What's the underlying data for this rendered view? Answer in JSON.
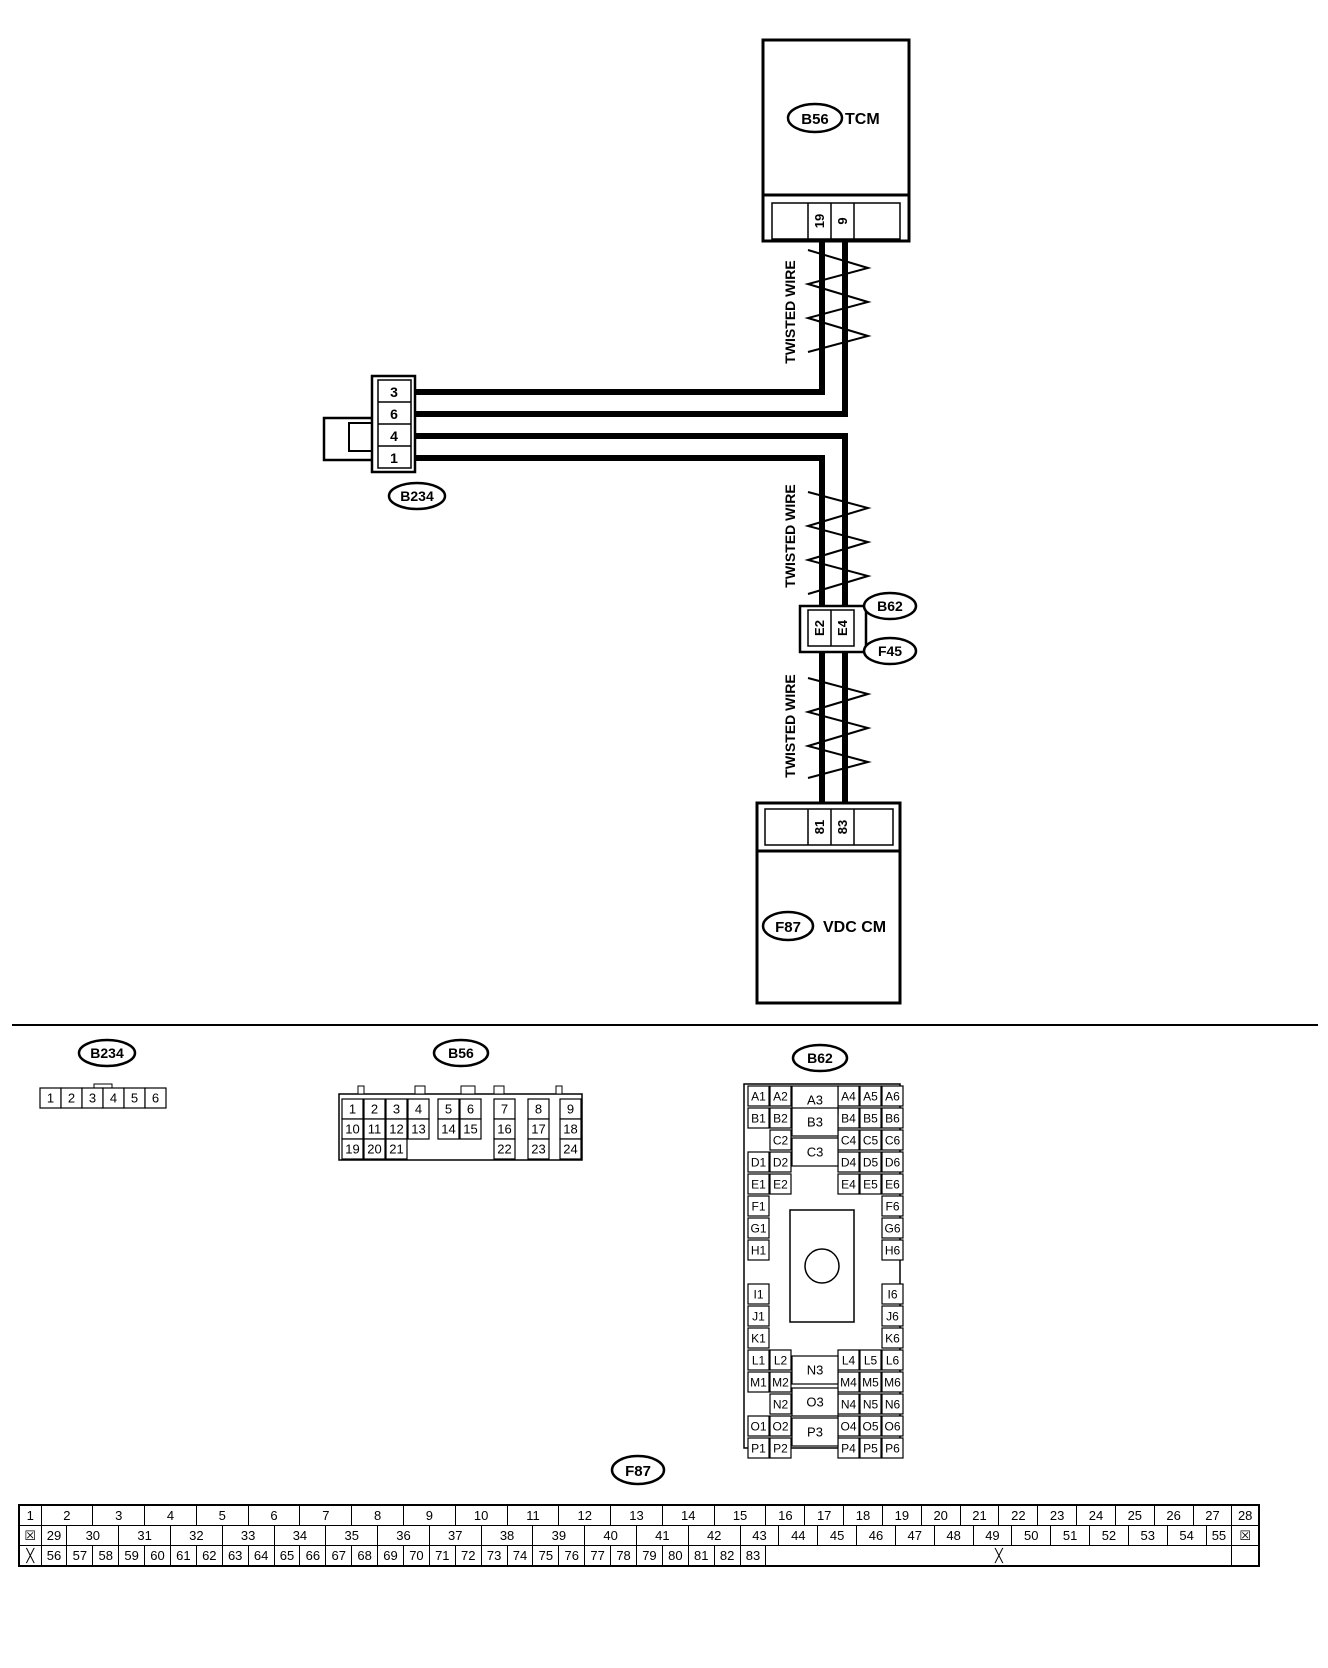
{
  "main_diagram": {
    "tcm": {
      "tag": "B56",
      "label": "TCM",
      "pins": [
        "19",
        "9"
      ]
    },
    "vdc": {
      "tag": "F87",
      "label": "VDC CM",
      "pins": [
        "81",
        "83"
      ]
    },
    "joint": {
      "tag_top": "B62",
      "tag_bottom": "F45",
      "pins": [
        "E2",
        "E4"
      ]
    },
    "b234": {
      "tag": "B234",
      "pins": [
        "3",
        "6",
        "4",
        "1"
      ]
    },
    "twisted_label": "TWISTED WIRE"
  },
  "connectors": {
    "b234": {
      "tag": "B234",
      "pins": [
        "1",
        "2",
        "3",
        "4",
        "5",
        "6"
      ]
    },
    "b56": {
      "tag": "B56",
      "row1": [
        "1",
        "2",
        "3",
        "4",
        "5",
        "6",
        "7",
        "8",
        "9"
      ],
      "row2": [
        "10",
        "11",
        "12",
        "13",
        "14",
        "15",
        "16",
        "17",
        "18"
      ],
      "row3": [
        "19",
        "20",
        "21",
        "22",
        "23",
        "24"
      ]
    },
    "b62": {
      "tag": "B62",
      "left_pins": [
        "A1",
        "A2",
        "B1",
        "B2",
        "C2",
        "D1",
        "D2",
        "E1",
        "E2",
        "F1",
        "G1",
        "H1",
        "I1",
        "J1",
        "K1",
        "L1",
        "L2",
        "M1",
        "M2",
        "N2",
        "O1",
        "O2",
        "P1",
        "P2"
      ],
      "center_pins": [
        "A3",
        "B3",
        "C3",
        "N3",
        "O3",
        "P3"
      ],
      "right_pins": [
        "A4",
        "A5",
        "A6",
        "B4",
        "B5",
        "B6",
        "C4",
        "C5",
        "C6",
        "D4",
        "D5",
        "D6",
        "E4",
        "E5",
        "E6",
        "F6",
        "G6",
        "H6",
        "I6",
        "J6",
        "K6",
        "L4",
        "L5",
        "L6",
        "M4",
        "M5",
        "M6",
        "N4",
        "N5",
        "N6",
        "O4",
        "O5",
        "O6",
        "P4",
        "P5",
        "P6"
      ]
    },
    "f87": {
      "tag": "F87",
      "row1": [
        "1",
        "2",
        "3",
        "4",
        "5",
        "6",
        "7",
        "8",
        "9",
        "10",
        "11",
        "12",
        "13",
        "14",
        "15",
        "16",
        "17",
        "18",
        "19",
        "20",
        "21",
        "22",
        "23",
        "24",
        "25",
        "26",
        "27",
        "28"
      ],
      "row2": [
        "29",
        "30",
        "31",
        "32",
        "33",
        "34",
        "35",
        "36",
        "37",
        "38",
        "39",
        "40",
        "41",
        "42",
        "43",
        "44",
        "45",
        "46",
        "47",
        "48",
        "49",
        "50",
        "51",
        "52",
        "53",
        "54",
        "55"
      ],
      "row3": [
        "56",
        "57",
        "58",
        "59",
        "60",
        "61",
        "62",
        "63",
        "64",
        "65",
        "66",
        "67",
        "68",
        "69",
        "70",
        "71",
        "72",
        "73",
        "74",
        "75",
        "76",
        "77",
        "78",
        "79",
        "80",
        "81",
        "82",
        "83"
      ]
    }
  },
  "colors": {
    "ink": "#000000",
    "paper": "#ffffff"
  }
}
